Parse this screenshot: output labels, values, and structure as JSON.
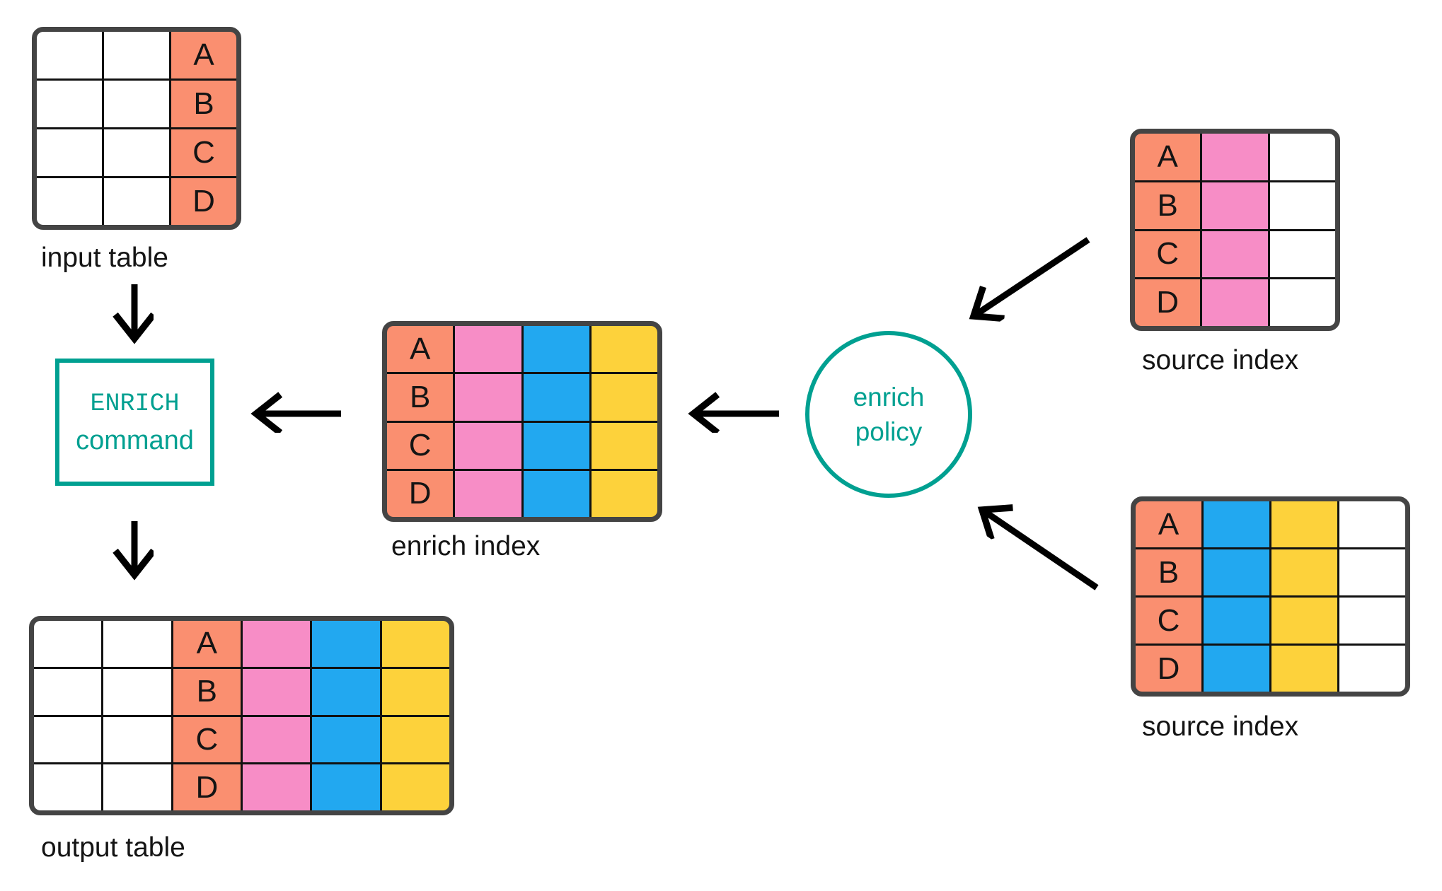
{
  "colors": {
    "white": "#FFFFFF",
    "salmon": "#FA8F70",
    "pink": "#F78DC6",
    "blue": "#22A8F0",
    "yellow": "#FDD23B",
    "teal": "#00A091",
    "table_border": "#444444",
    "grid_line": "#111111",
    "arrow": "#000000",
    "text": "#141414"
  },
  "tables": {
    "input_table": {
      "label": "input table",
      "row_labels": [
        "A",
        "B",
        "C",
        "D"
      ],
      "columns": [
        {
          "fill": "white",
          "labeled": false
        },
        {
          "fill": "white",
          "labeled": false
        },
        {
          "fill": "salmon",
          "labeled": true
        }
      ]
    },
    "output_table": {
      "label": "output table",
      "row_labels": [
        "A",
        "B",
        "C",
        "D"
      ],
      "columns": [
        {
          "fill": "white",
          "labeled": false
        },
        {
          "fill": "white",
          "labeled": false
        },
        {
          "fill": "salmon",
          "labeled": true
        },
        {
          "fill": "pink",
          "labeled": false
        },
        {
          "fill": "blue",
          "labeled": false
        },
        {
          "fill": "yellow",
          "labeled": false
        }
      ]
    },
    "enrich_index": {
      "label": "enrich index",
      "row_labels": [
        "A",
        "B",
        "C",
        "D"
      ],
      "columns": [
        {
          "fill": "salmon",
          "labeled": true
        },
        {
          "fill": "pink",
          "labeled": false
        },
        {
          "fill": "blue",
          "labeled": false
        },
        {
          "fill": "yellow",
          "labeled": false
        }
      ]
    },
    "source_index_top": {
      "label": "source index",
      "row_labels": [
        "A",
        "B",
        "C",
        "D"
      ],
      "columns": [
        {
          "fill": "salmon",
          "labeled": true
        },
        {
          "fill": "pink",
          "labeled": false
        },
        {
          "fill": "white",
          "labeled": false
        }
      ]
    },
    "source_index_bottom": {
      "label": "source index",
      "row_labels": [
        "A",
        "B",
        "C",
        "D"
      ],
      "columns": [
        {
          "fill": "salmon",
          "labeled": true
        },
        {
          "fill": "blue",
          "labeled": false
        },
        {
          "fill": "yellow",
          "labeled": false
        },
        {
          "fill": "white",
          "labeled": false
        }
      ]
    }
  },
  "nodes": {
    "command": {
      "line1": "ENRICH",
      "line2": "command"
    },
    "policy": {
      "line1": "enrich",
      "line2": "policy"
    }
  }
}
